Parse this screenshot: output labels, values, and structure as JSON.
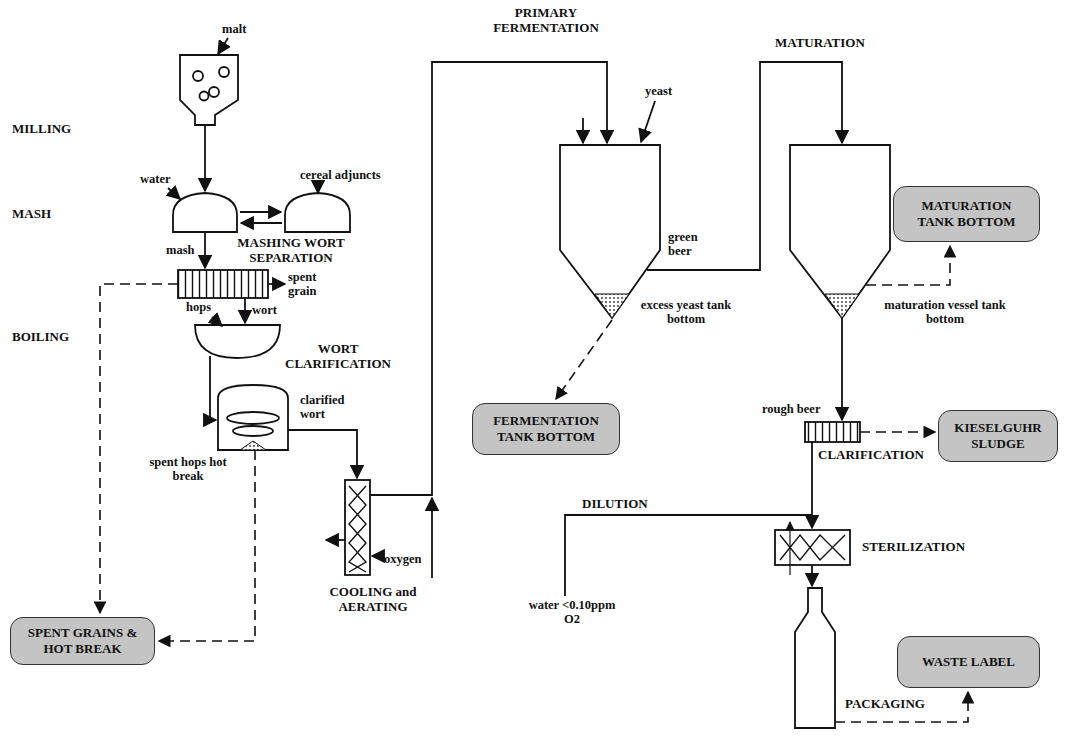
{
  "diagram": {
    "nodes": [
      {
        "text": [
          "MATURATION TANK BOTTOM"
        ]
      },
      {
        "text": [
          "FERMENTATION TANK BOTTOM"
        ]
      },
      {
        "text": [
          "KIESELGUHR SLUDGE"
        ]
      },
      {
        "text": [
          "SPENT GRAINS & HOT BREAK"
        ]
      },
      {
        "text": [
          "WASTE LABEL"
        ]
      }
    ],
    "labels": [
      "PRIMARY FERMENTATION",
      "MATURATION",
      "malt",
      "MILLING",
      "yeast",
      "water",
      "cereal adjuncts",
      "MASH",
      "mash",
      "MASHING WORT SEPARATION",
      "green beer",
      "spent grain",
      "BOILING",
      "hops",
      "wort",
      "WORT CLARIFICATION",
      "excess yeast tank bottom",
      "maturation vessel tank bottom",
      "clarified wort",
      "spent hops hot break",
      "rough beer",
      "CLARIFICATION",
      "DILUTION",
      "STERILIZATION",
      "oxygen",
      "COOLING and AERATING",
      "water <0.10ppm O2",
      "PACKAGING"
    ]
  }
}
